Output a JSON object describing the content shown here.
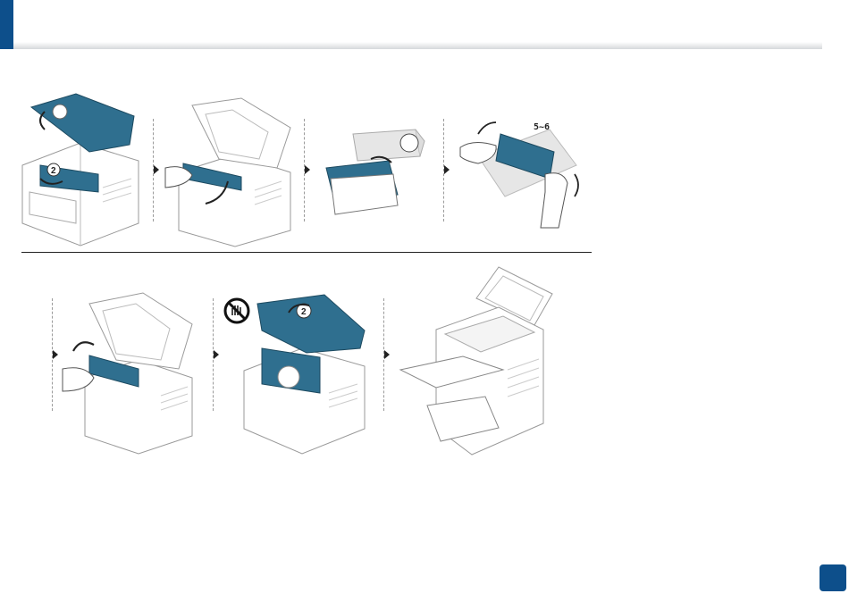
{
  "step_labels": {
    "shake_count": "5~6",
    "callout_two": "2"
  },
  "colors": {
    "accent": "#0d4f8b",
    "toner_blue": "#2f6f8f",
    "line": "#9a9a9a"
  },
  "icons": {
    "no_touch": "no-touch-hand-icon",
    "page_badge": "page-number-badge"
  }
}
